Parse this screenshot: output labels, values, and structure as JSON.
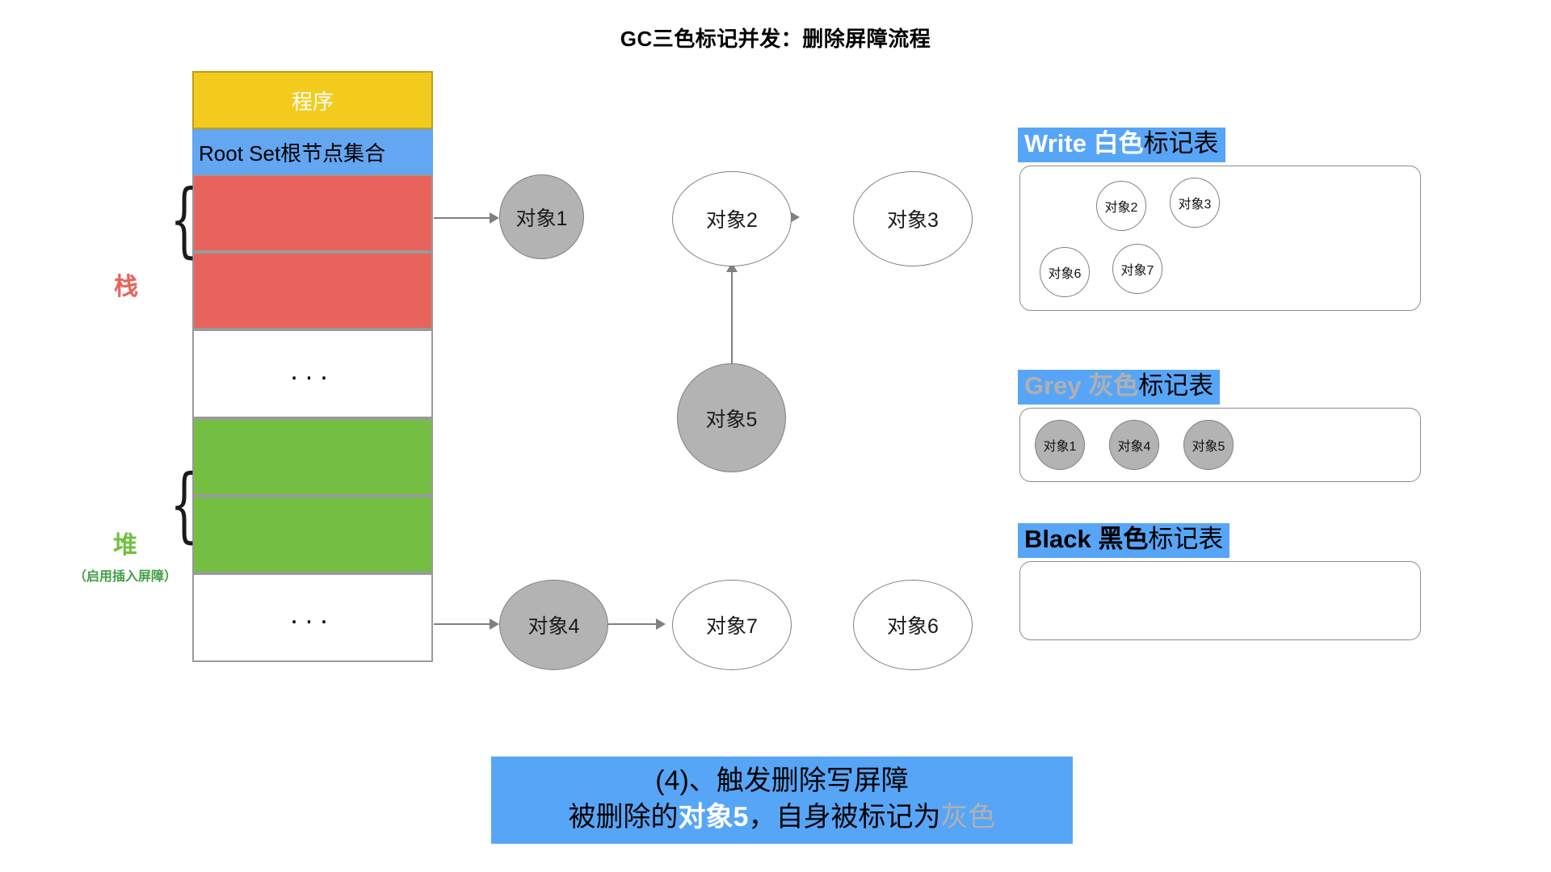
{
  "title": "GC三色标记并发：删除屏障流程",
  "memory_column": {
    "program_label": "程序",
    "root_set_label": "Root Set根节点集合",
    "ellipsis": "...",
    "blocks": [
      {
        "kind": "program",
        "label": "程序",
        "color": "#f2cb1d"
      },
      {
        "kind": "root",
        "label": "Root Set根节点集合",
        "color": "#63a6f2"
      },
      {
        "kind": "red",
        "label": "",
        "color": "#e8635c"
      },
      {
        "kind": "red",
        "label": "",
        "color": "#e8635c"
      },
      {
        "kind": "white",
        "label": "...",
        "color": "#ffffff"
      },
      {
        "kind": "green",
        "label": "",
        "color": "#74bf42"
      },
      {
        "kind": "green",
        "label": "",
        "color": "#74bf42"
      },
      {
        "kind": "white",
        "label": "...",
        "color": "#ffffff"
      }
    ]
  },
  "side_labels": {
    "stack": "栈",
    "stack_color": "#e8635c",
    "heap": "堆",
    "heap_sub": "（启用插入屏障）",
    "heap_color": "#74bf42"
  },
  "graph": {
    "nodes": [
      {
        "id": "obj1",
        "label": "对象1",
        "fill": "grey"
      },
      {
        "id": "obj2",
        "label": "对象2",
        "fill": "white"
      },
      {
        "id": "obj3",
        "label": "对象3",
        "fill": "white"
      },
      {
        "id": "obj5",
        "label": "对象5",
        "fill": "grey"
      },
      {
        "id": "obj4",
        "label": "对象4",
        "fill": "grey"
      },
      {
        "id": "obj7",
        "label": "对象7",
        "fill": "white"
      },
      {
        "id": "obj6",
        "label": "对象6",
        "fill": "white"
      }
    ],
    "edges": [
      {
        "from": "root-red",
        "to": "obj1"
      },
      {
        "from": "obj2",
        "to": "obj3"
      },
      {
        "from": "obj5",
        "to": "obj2"
      },
      {
        "from": "heap-green",
        "to": "obj4"
      },
      {
        "from": "obj4",
        "to": "obj7"
      }
    ]
  },
  "mark_tables": [
    {
      "id": "white",
      "head_en": "Write ",
      "head_cn_color": "白色",
      "head_cn_rest": "标记表",
      "items": [
        {
          "label": "对象2",
          "fill": "white"
        },
        {
          "label": "对象3",
          "fill": "white"
        },
        {
          "label": "对象6",
          "fill": "white"
        },
        {
          "label": "对象7",
          "fill": "white"
        }
      ]
    },
    {
      "id": "grey",
      "head_en": "Grey ",
      "head_cn_color": "灰色",
      "head_cn_rest": "标记表",
      "items": [
        {
          "label": "对象1",
          "fill": "grey"
        },
        {
          "label": "对象4",
          "fill": "grey"
        },
        {
          "label": "对象5",
          "fill": "grey"
        }
      ]
    },
    {
      "id": "black",
      "head_en": "Black ",
      "head_cn_color": "黑色",
      "head_cn_rest": "标记表",
      "items": []
    }
  ],
  "caption": {
    "line1": "(4)、触发删除写屏障",
    "line2_a": "被删除的",
    "line2_b": "对象5",
    "line2_c": "，自身被标记为",
    "line2_d": "灰色",
    "bg": "#57a5f7"
  }
}
